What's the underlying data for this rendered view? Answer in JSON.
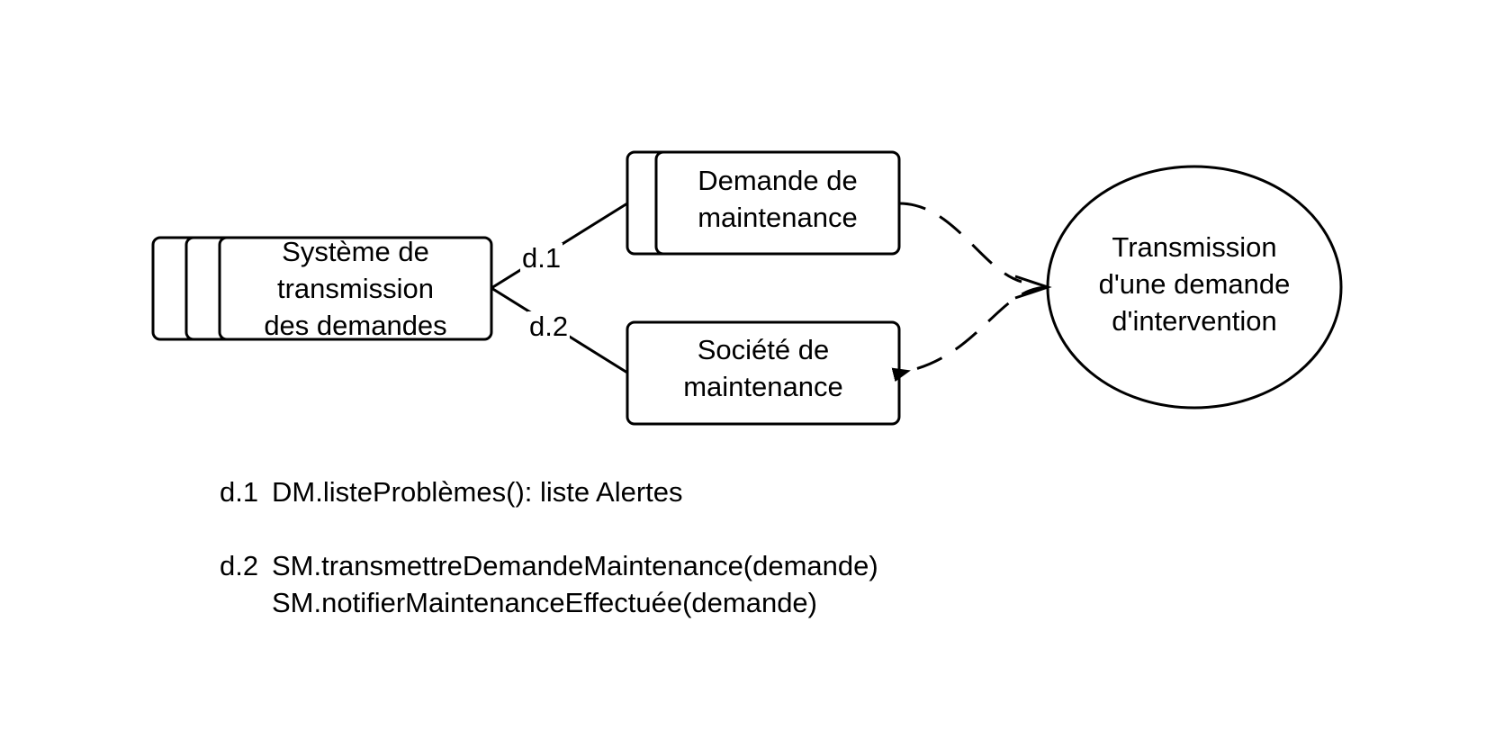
{
  "nodes": {
    "system": {
      "label": "Système de\ntransmission\ndes demandes"
    },
    "demande": {
      "label": "Demande de\nmaintenance"
    },
    "societe": {
      "label": "Société de\nmaintenance"
    },
    "transmission": {
      "label": "Transmission\nd'une demande\nd'intervention"
    }
  },
  "edges": {
    "d1": {
      "label": "d.1"
    },
    "d2": {
      "label": "d.2"
    }
  },
  "legend": [
    {
      "id": "d.1",
      "lines": [
        "DM.listeProblèmes(): liste Alertes"
      ]
    },
    {
      "id": "d.2",
      "lines": [
        "SM.transmettreDemandeMaintenance(demande)",
        "SM.notifierMaintenanceEffectuée(demande)"
      ]
    }
  ]
}
